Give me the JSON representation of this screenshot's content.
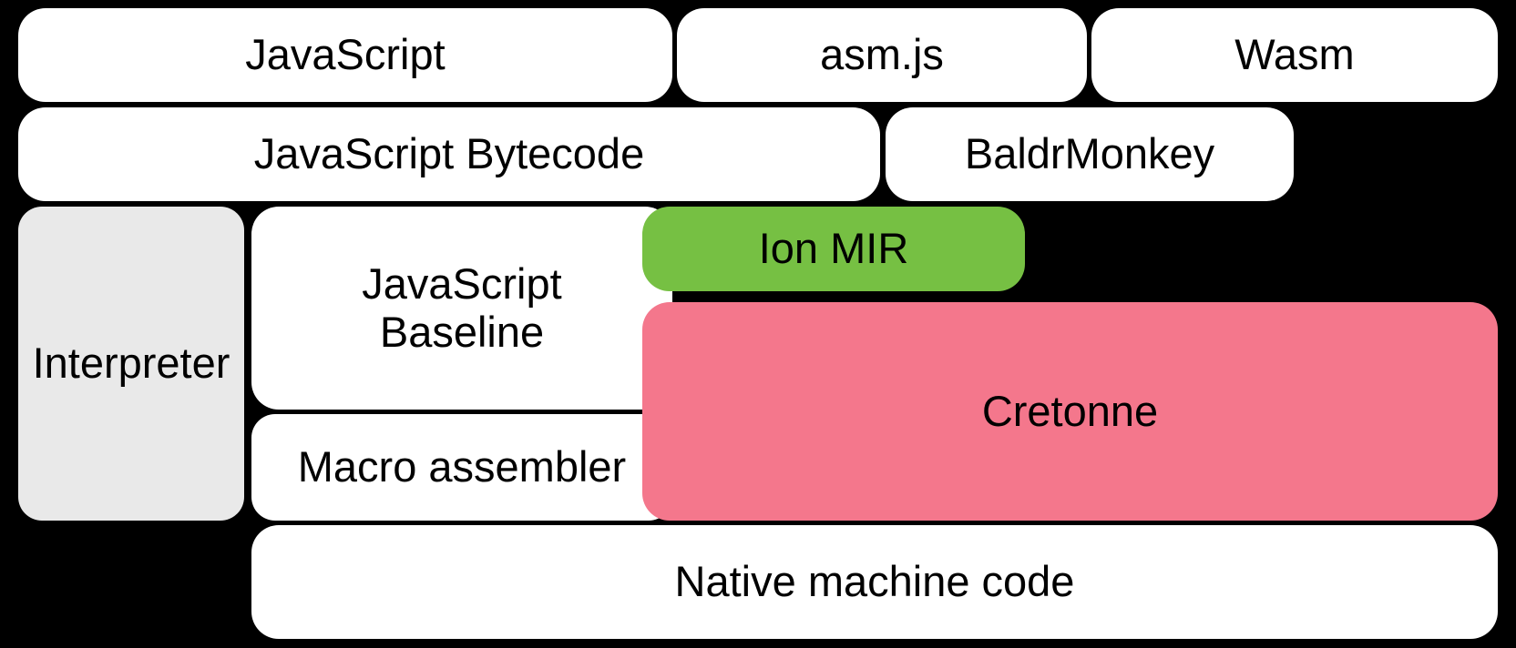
{
  "diagram": {
    "title": "SpiderMonkey compilation pipeline stack",
    "background_color": "#000000",
    "palette": {
      "white": "#ffffff",
      "grey": "#e9e9e9",
      "green": "#76c043",
      "pink": "#f4778c",
      "text": "#000000"
    },
    "rows": [
      {
        "name": "source-languages",
        "nodes": [
          {
            "id": "javascript",
            "label": "JavaScript",
            "color": "#ffffff"
          },
          {
            "id": "asmjs",
            "label": "asm.js",
            "color": "#ffffff"
          },
          {
            "id": "wasm",
            "label": "Wasm",
            "color": "#ffffff"
          }
        ]
      },
      {
        "name": "frontend-irs",
        "nodes": [
          {
            "id": "js_bytecode",
            "label": "JavaScript Bytecode",
            "color": "#ffffff"
          },
          {
            "id": "baldrmonkey",
            "label": "BaldrMonkey",
            "color": "#ffffff"
          }
        ]
      },
      {
        "name": "execution-tiers",
        "nodes": [
          {
            "id": "interpreter",
            "label": "Interpreter",
            "color": "#e9e9e9"
          },
          {
            "id": "js_baseline",
            "label": "JavaScript\nBaseline",
            "color": "#ffffff"
          },
          {
            "id": "ion_mir",
            "label": "Ion MIR",
            "color": "#76c043"
          },
          {
            "id": "macro_assembler",
            "label": "Macro assembler",
            "color": "#ffffff"
          },
          {
            "id": "cretonne",
            "label": "Cretonne",
            "color": "#f4778c"
          }
        ]
      },
      {
        "name": "output",
        "nodes": [
          {
            "id": "native_code",
            "label": "Native machine code",
            "color": "#ffffff"
          }
        ]
      }
    ],
    "labels": {
      "javascript": "JavaScript",
      "asmjs": "asm.js",
      "wasm": "Wasm",
      "js_bytecode": "JavaScript Bytecode",
      "baldrmonkey": "BaldrMonkey",
      "interpreter": "Interpreter",
      "js_baseline": "JavaScript\nBaseline",
      "ion_mir": "Ion MIR",
      "macro_assembler": "Macro assembler",
      "cretonne": "Cretonne",
      "native_code": "Native machine code"
    }
  }
}
